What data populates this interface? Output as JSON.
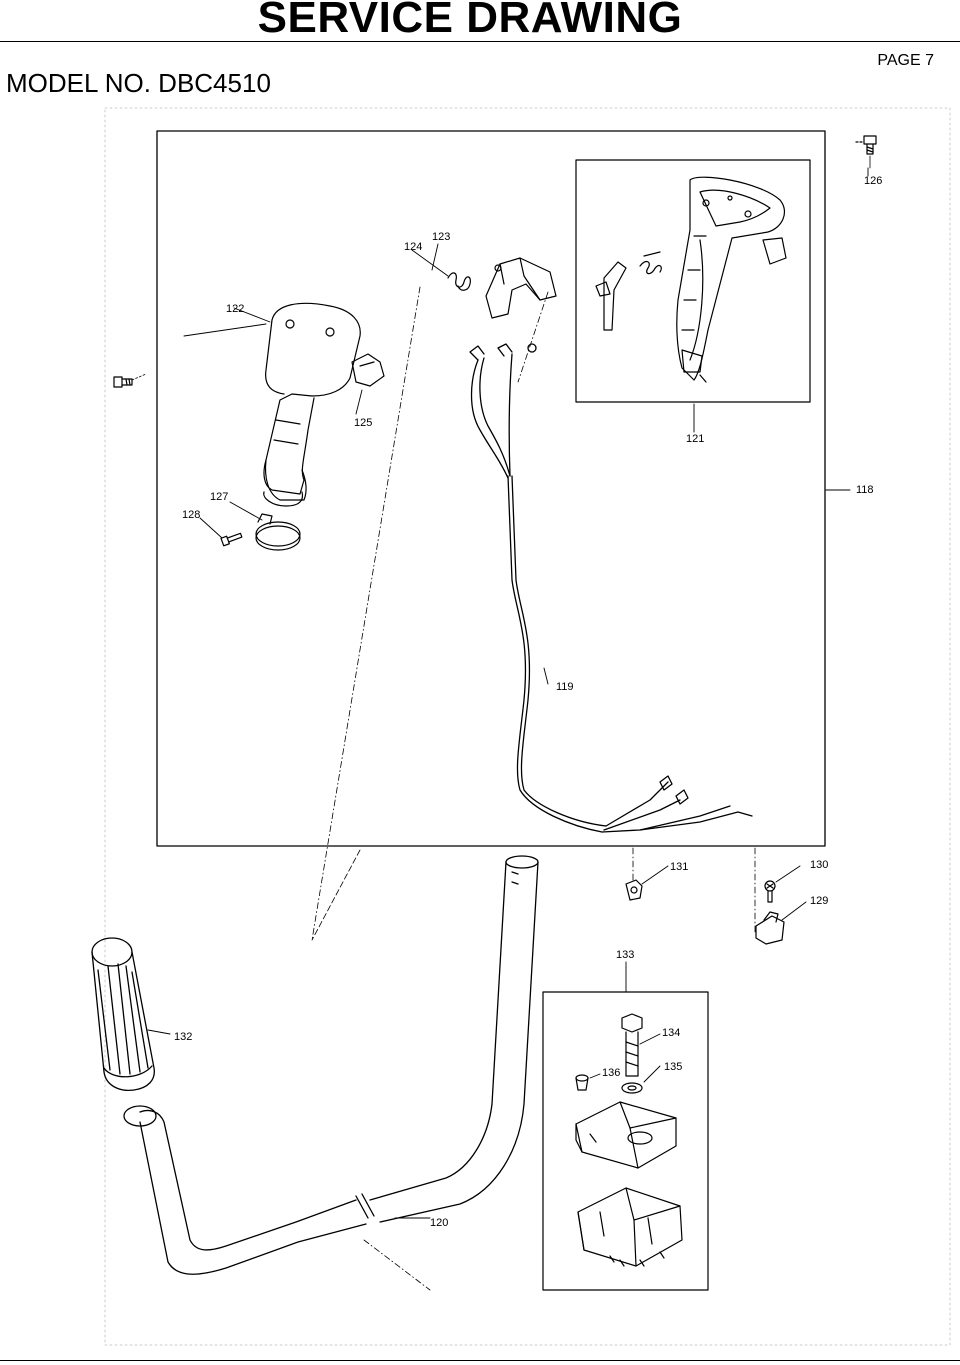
{
  "header": {
    "title": "SERVICE DRAWING",
    "model": "MODEL NO. DBC4510",
    "page": "PAGE 7"
  },
  "parts": {
    "p118": "118",
    "p119": "119",
    "p120": "120",
    "p121": "121",
    "p122": "122",
    "p123": "123",
    "p124": "124",
    "p125": "125",
    "p126": "126",
    "p127": "127",
    "p128": "128",
    "p129": "129",
    "p130": "130",
    "p131": "131",
    "p132": "132",
    "p133": "133",
    "p134": "134",
    "p135": "135",
    "p136": "136"
  }
}
